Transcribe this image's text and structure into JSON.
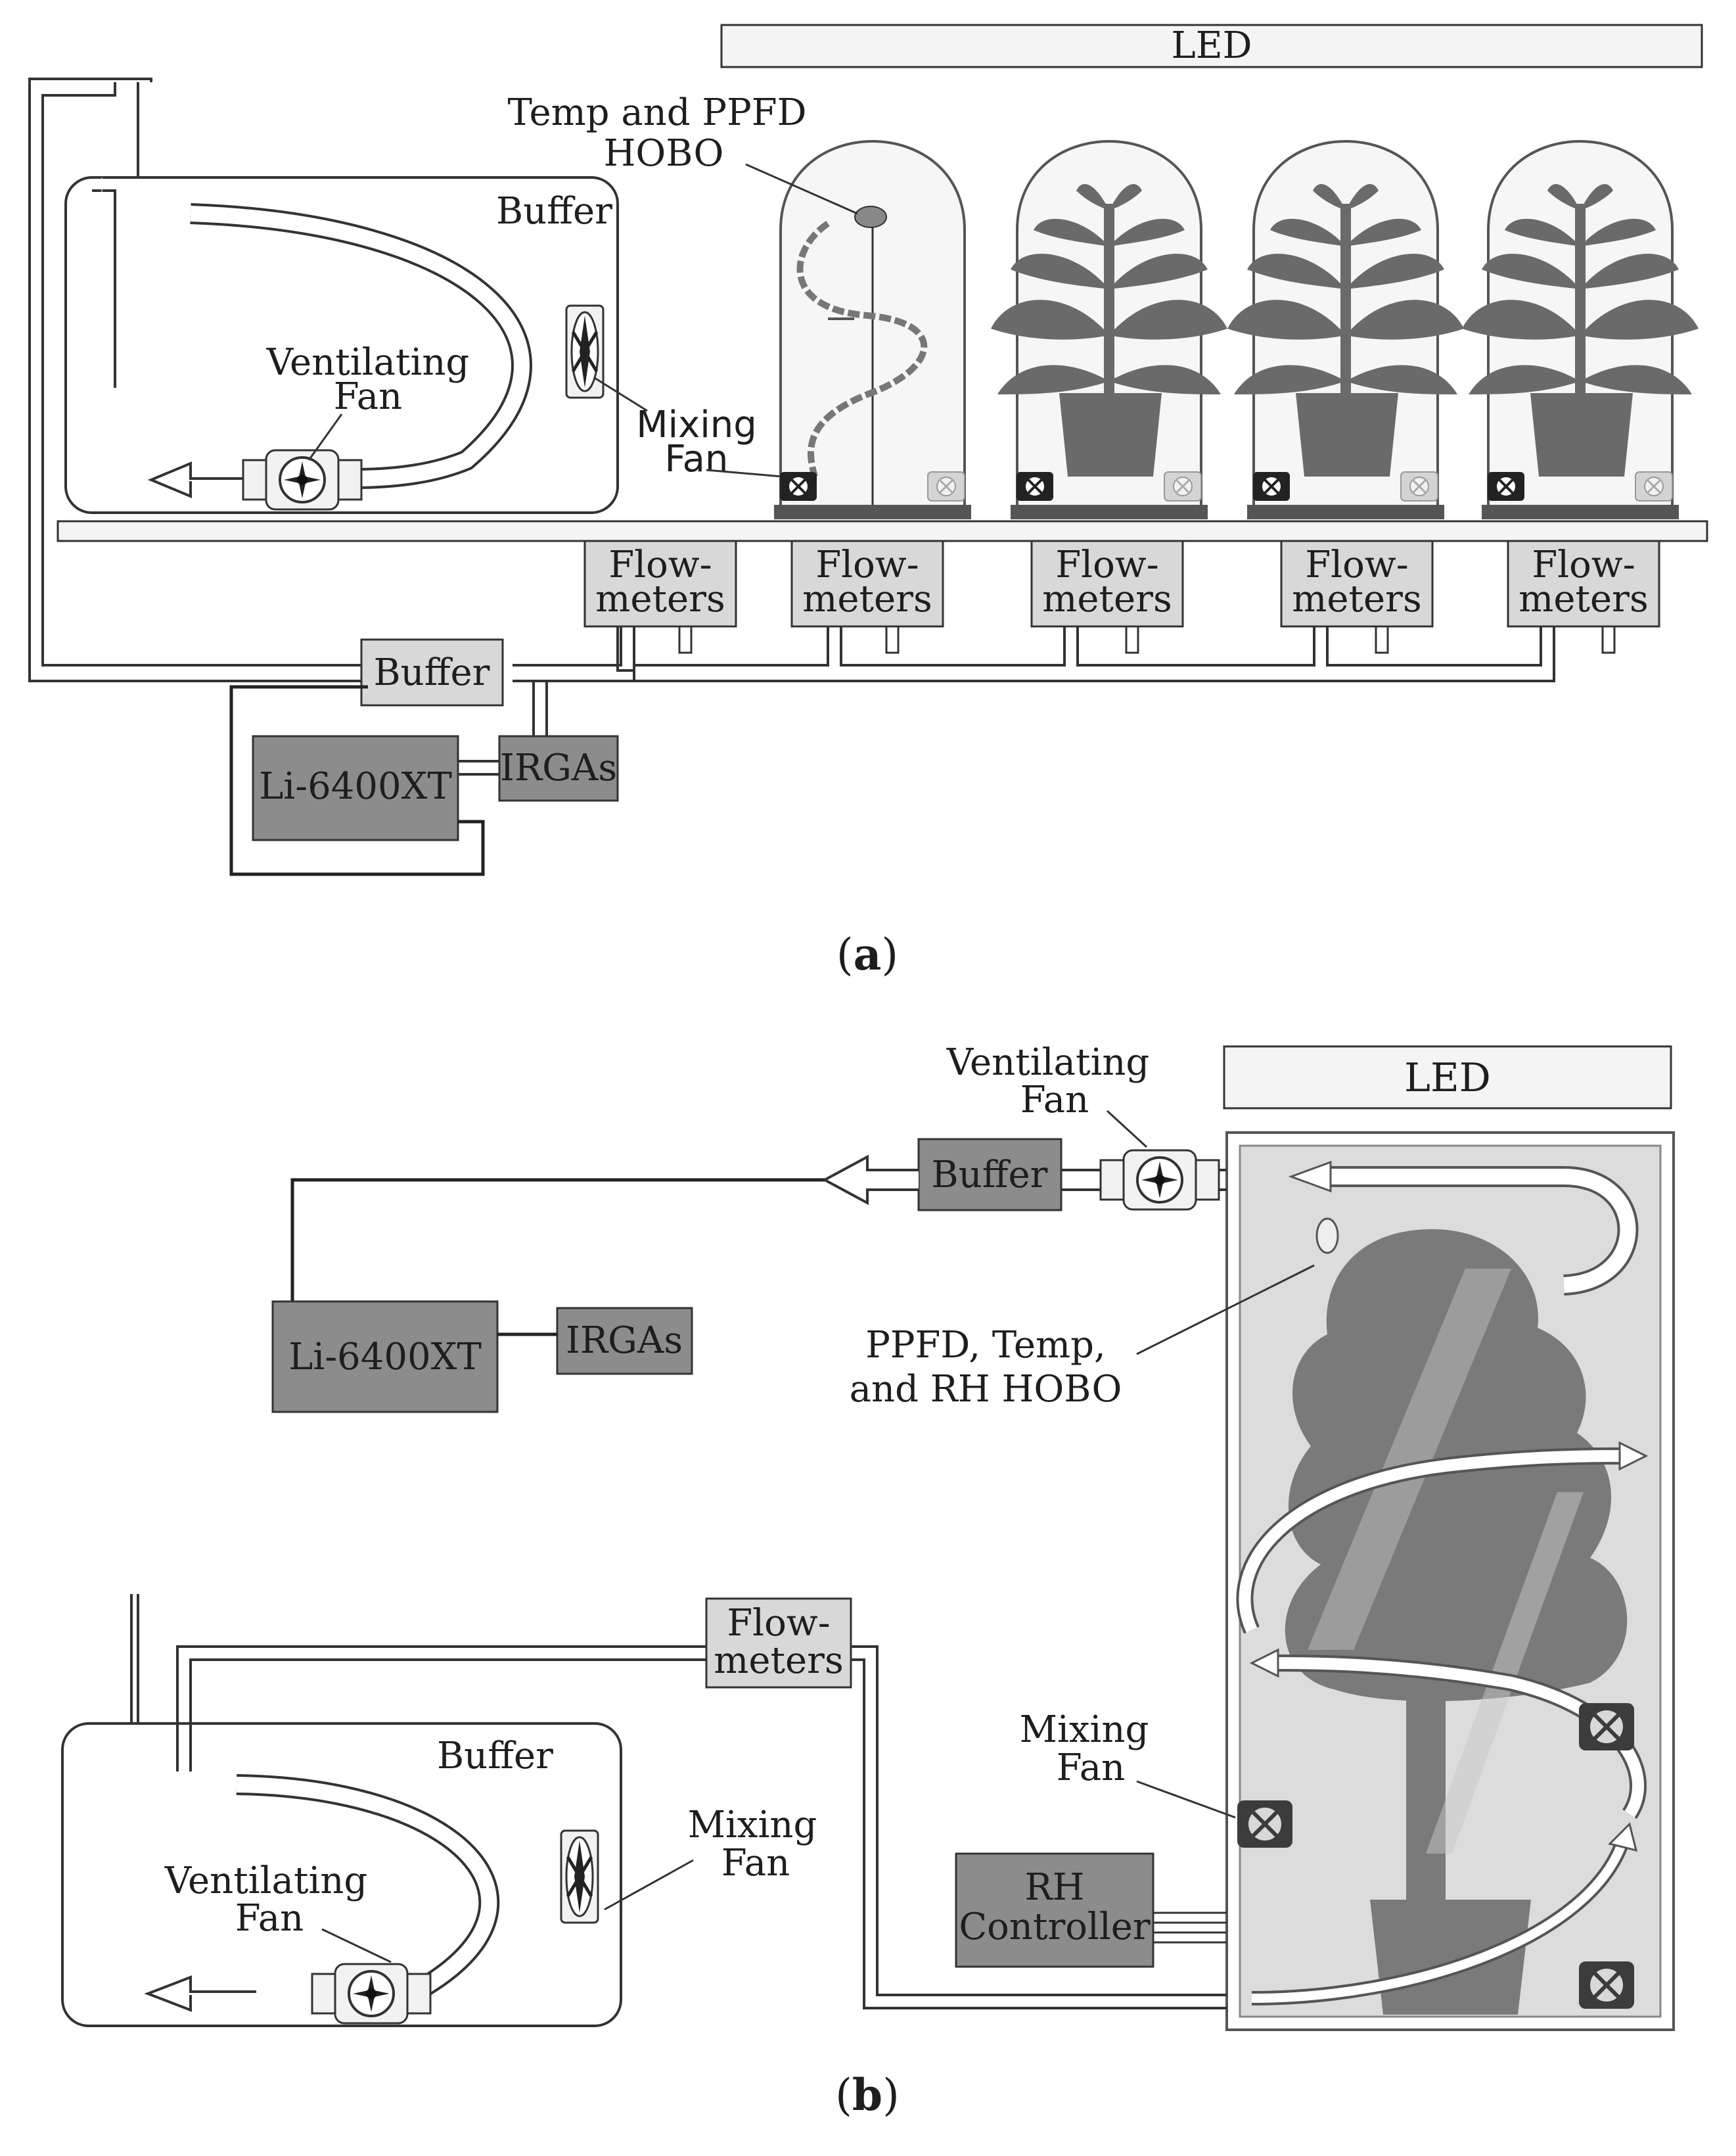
{
  "panel_a": {
    "caption_letter": "a",
    "led": "LED",
    "hobo_line1": "Temp and PPFD",
    "hobo_line2": "HOBO",
    "buffer_box": "Buffer",
    "ventilating_fan_line1": "Ventilating",
    "ventilating_fan_line2": "Fan",
    "mixing_fan_line1": "Mixing",
    "mixing_fan_line2": "Fan",
    "flowmeters_line1": "Flow-",
    "flowmeters_line2": "meters",
    "buffer_small": "Buffer",
    "li6400": "Li-6400XT",
    "irgas": "IRGAs"
  },
  "panel_b": {
    "caption_letter": "b",
    "led": "LED",
    "ventilating_fan_top_line1": "Ventilating",
    "ventilating_fan_top_line2": "Fan",
    "buffer_top": "Buffer",
    "li6400": "Li-6400XT",
    "irgas": "IRGAs",
    "hobo_line1": "PPFD, Temp,",
    "hobo_line2": "and RH HOBO",
    "flowmeters_line1": "Flow-",
    "flowmeters_line2": "meters",
    "buffer_box": "Buffer",
    "mixing_fan_box_line1": "Mixing",
    "mixing_fan_box_line2": "Fan",
    "ventilating_fan_box_line1": "Ventilating",
    "ventilating_fan_box_line2": "Fan",
    "mixing_fan_chamber_line1": "Mixing",
    "mixing_fan_chamber_line2": "Fan",
    "rh_line1": "RH",
    "rh_line2": "Controller"
  },
  "colors": {
    "box_light": "#d8d8d8",
    "box_dark": "#8c8c8c",
    "plant": "#6a6a6a",
    "chamber_fill": "#dcdcdc",
    "line": "#222222"
  }
}
